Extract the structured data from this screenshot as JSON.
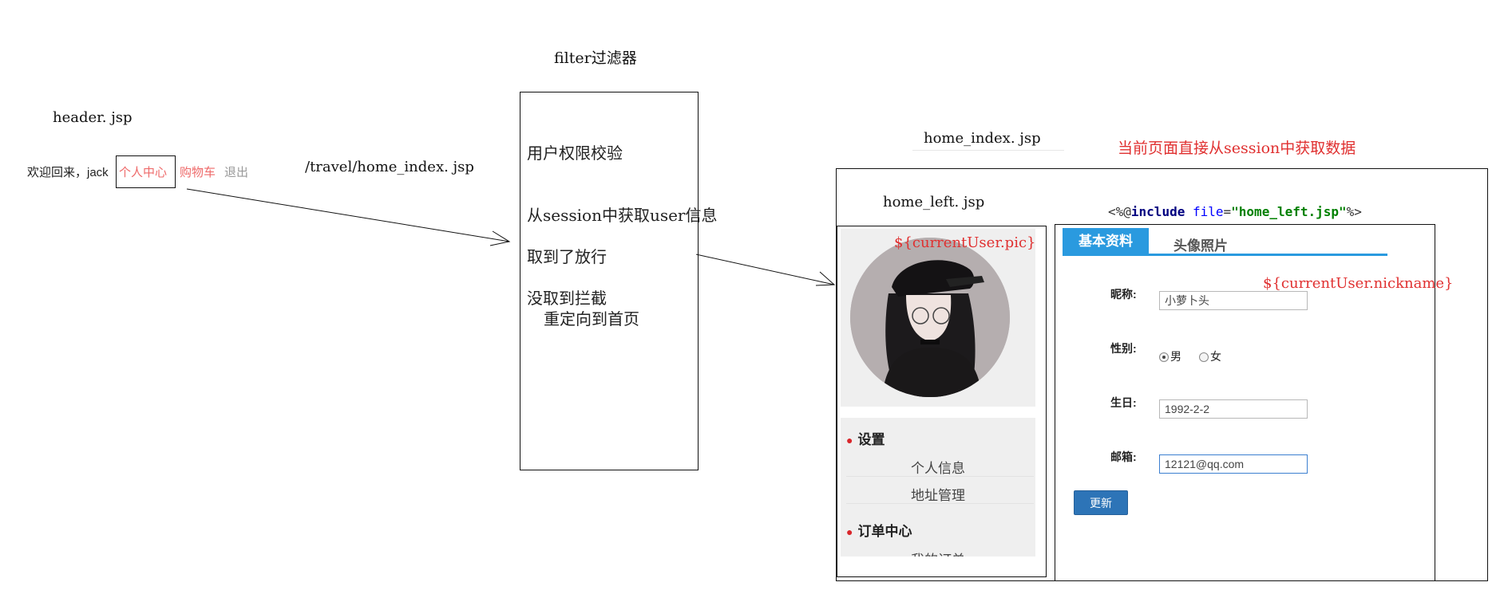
{
  "labels": {
    "filter_title": "filter过滤器",
    "header_jsp": "header. jsp",
    "url": "/travel/home_index. jsp",
    "home_index_jsp": "home_index. jsp",
    "home_left_jsp": "home_left. jsp",
    "note_session": "当前页面直接从session中获取数据",
    "include_directive": {
      "prefix": "<%@",
      "keyword": "include",
      "attr": " file",
      "eq": "=",
      "value": "\"home_left.jsp\"",
      "suffix": "%>"
    },
    "pic_expr": "${currentUser.pic}",
    "nickname_expr": "${currentUser.nickname}"
  },
  "header_bar": {
    "welcome": "欢迎回来，jack",
    "personal_center": "个人中心",
    "cart": "购物车",
    "logout": "退出"
  },
  "filter_box": {
    "lines": [
      "用户权限校验",
      "从session中获取user信息",
      "取到了放行",
      "没取到拦截",
      "重定向到首页"
    ]
  },
  "left_menu": {
    "sections": [
      {
        "title": "设置",
        "items": [
          "个人信息",
          "地址管理"
        ]
      },
      {
        "title": "订单中心",
        "items": [
          "我的订单"
        ]
      }
    ]
  },
  "profile_form": {
    "tabs": [
      "基本资料",
      "头像照片"
    ],
    "fields": [
      {
        "label": "昵称:",
        "value": "小萝卜头"
      },
      {
        "label": "性别:",
        "options": [
          "男",
          "女"
        ],
        "selected": "男"
      },
      {
        "label": "生日:",
        "value": "1992-2-2"
      },
      {
        "label": "邮箱:",
        "value": "12121@qq.com"
      }
    ],
    "submit": "更新"
  },
  "colors": {
    "accent_red": "#e03030",
    "tab_blue": "#2a9adf",
    "button_blue": "#2d74b7",
    "link_pink": "#ee6a6a"
  }
}
